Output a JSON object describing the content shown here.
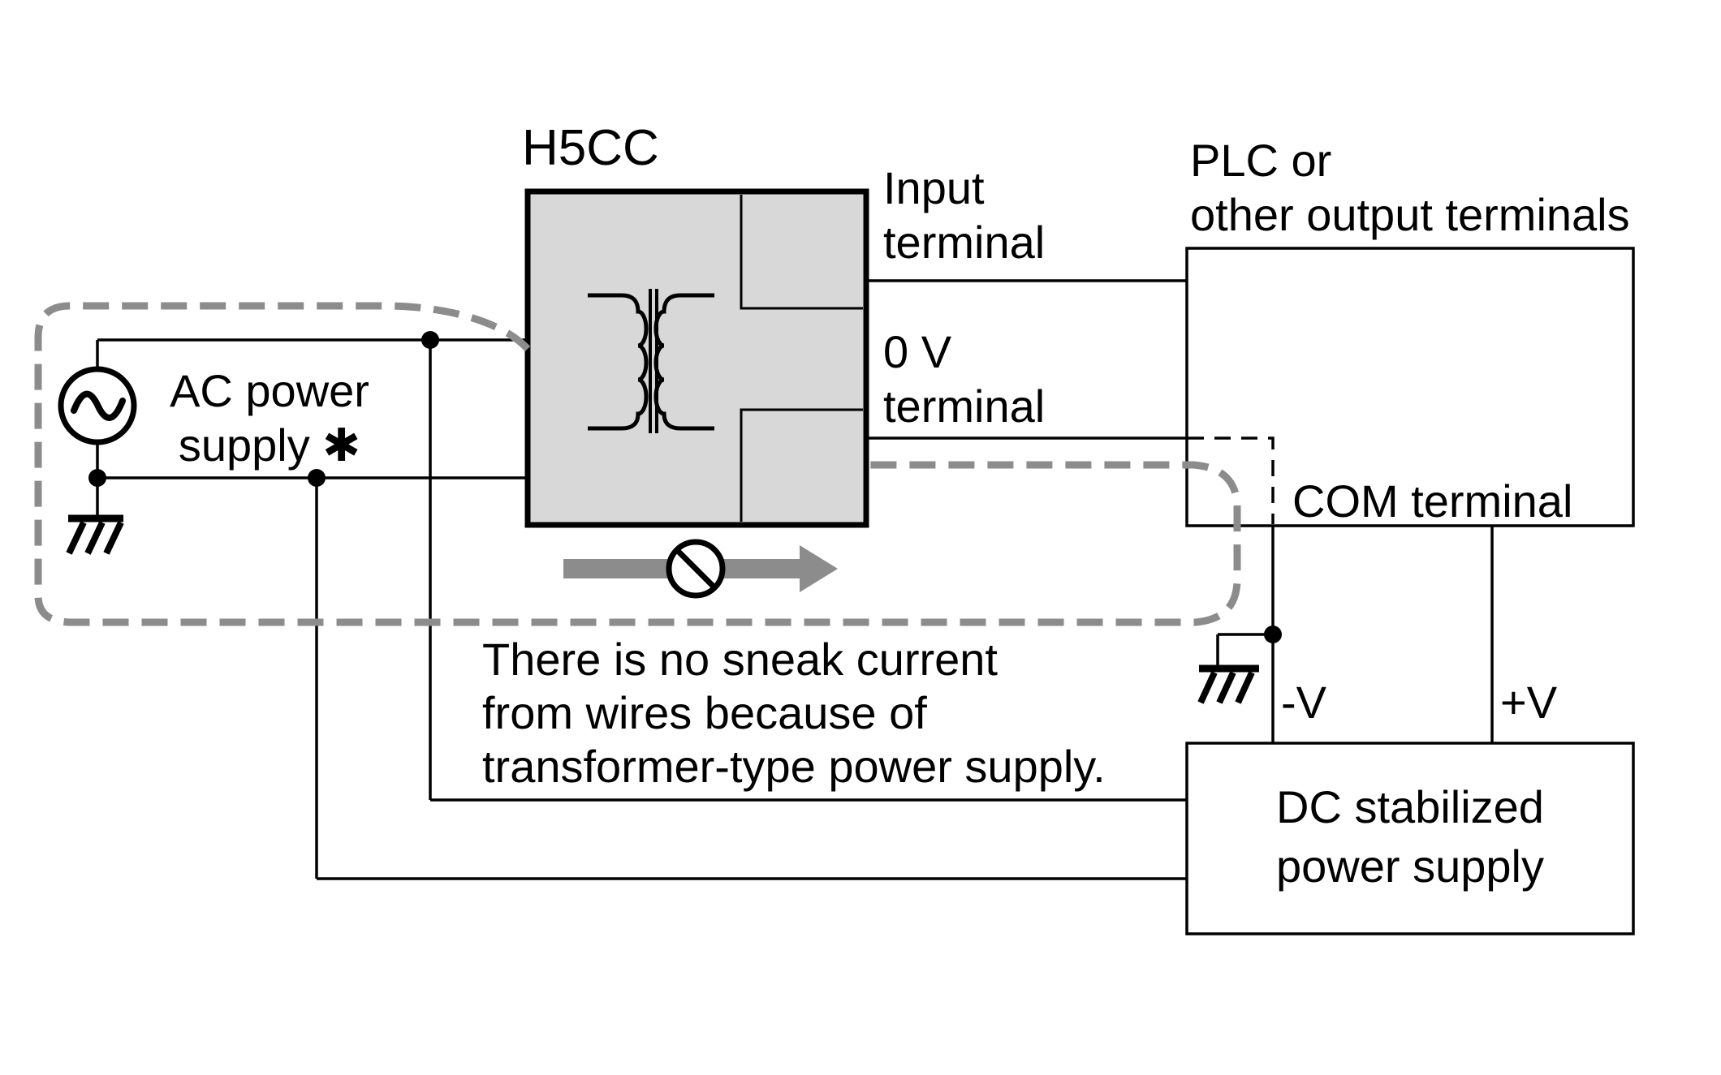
{
  "diagram": {
    "device_label": "H5CC",
    "input_terminal": [
      "Input",
      "terminal"
    ],
    "zero_v_terminal": [
      "0 V",
      "terminal"
    ],
    "plc_label": [
      "PLC or",
      "other output terminals"
    ],
    "com_terminal": "COM terminal",
    "ac_supply": [
      "AC power",
      "supply ✱"
    ],
    "note": [
      "There is no sneak current",
      "from wires because of",
      "transformer-type power supply."
    ],
    "minus_v": "-V",
    "plus_v": "+V",
    "dc_supply": [
      "DC stabilized",
      "power supply"
    ]
  },
  "icons": {
    "ac_source": "ac-source-icon (circle with sine wave)",
    "transformer": "transformer-icon (two coils with core lines)",
    "earth_ground": "earth-ground-icon (bar with three slanted strokes)",
    "no_entry": "no-entry-icon (prohibition circle with slash)",
    "sneak_current_arrow": "arrow-right-icon (blocked sneak current direction)"
  },
  "colors": {
    "background": "#ffffff",
    "line": "#000000",
    "device_fill": "#d8d8d8",
    "dash_gray": "#8c8c8c"
  }
}
